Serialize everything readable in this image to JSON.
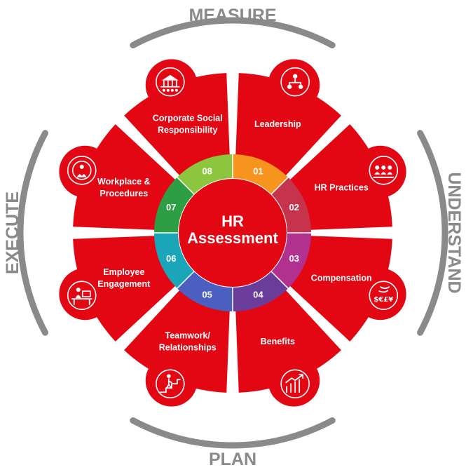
{
  "center": {
    "line1": "HR",
    "line2": "Assessment"
  },
  "phases": {
    "top": "MEASURE",
    "right": "UNDERSTAND",
    "bottom": "PLAN",
    "left": "EXECUTE"
  },
  "segments": [
    {
      "number": "01",
      "lines": [
        "Leadership"
      ],
      "icon": "org-chart-icon",
      "ring_color": "#f7941d"
    },
    {
      "number": "02",
      "lines": [
        "HR Practices"
      ],
      "icon": "team-group-icon",
      "ring_color": "#c6334d"
    },
    {
      "number": "03",
      "lines": [
        "Compensation"
      ],
      "icon": "currency-hand-icon",
      "ring_color": "#b0328e"
    },
    {
      "number": "04",
      "lines": [
        "Benefits"
      ],
      "icon": "growth-chart-icon",
      "ring_color": "#6a3d9a"
    },
    {
      "number": "05",
      "lines": [
        "Teamwork/",
        "Relationships"
      ],
      "icon": "stairs-climb-icon",
      "ring_color": "#4a5fbf"
    },
    {
      "number": "06",
      "lines": [
        "Employee",
        "Engagement"
      ],
      "icon": "desk-worker-icon",
      "ring_color": "#1aa5b8"
    },
    {
      "number": "07",
      "lines": [
        "Workplace &",
        "Procedures"
      ],
      "icon": "person-heart-icon",
      "ring_color": "#2e9e44"
    },
    {
      "number": "08",
      "lines": [
        "Corporate Social",
        "Responsibility"
      ],
      "icon": "community-building-icon",
      "ring_color": "#8cc63f"
    }
  ],
  "colors": {
    "segment_red": "#e30613",
    "arc_gray": "#8a8a8a",
    "text_white": "#ffffff"
  }
}
